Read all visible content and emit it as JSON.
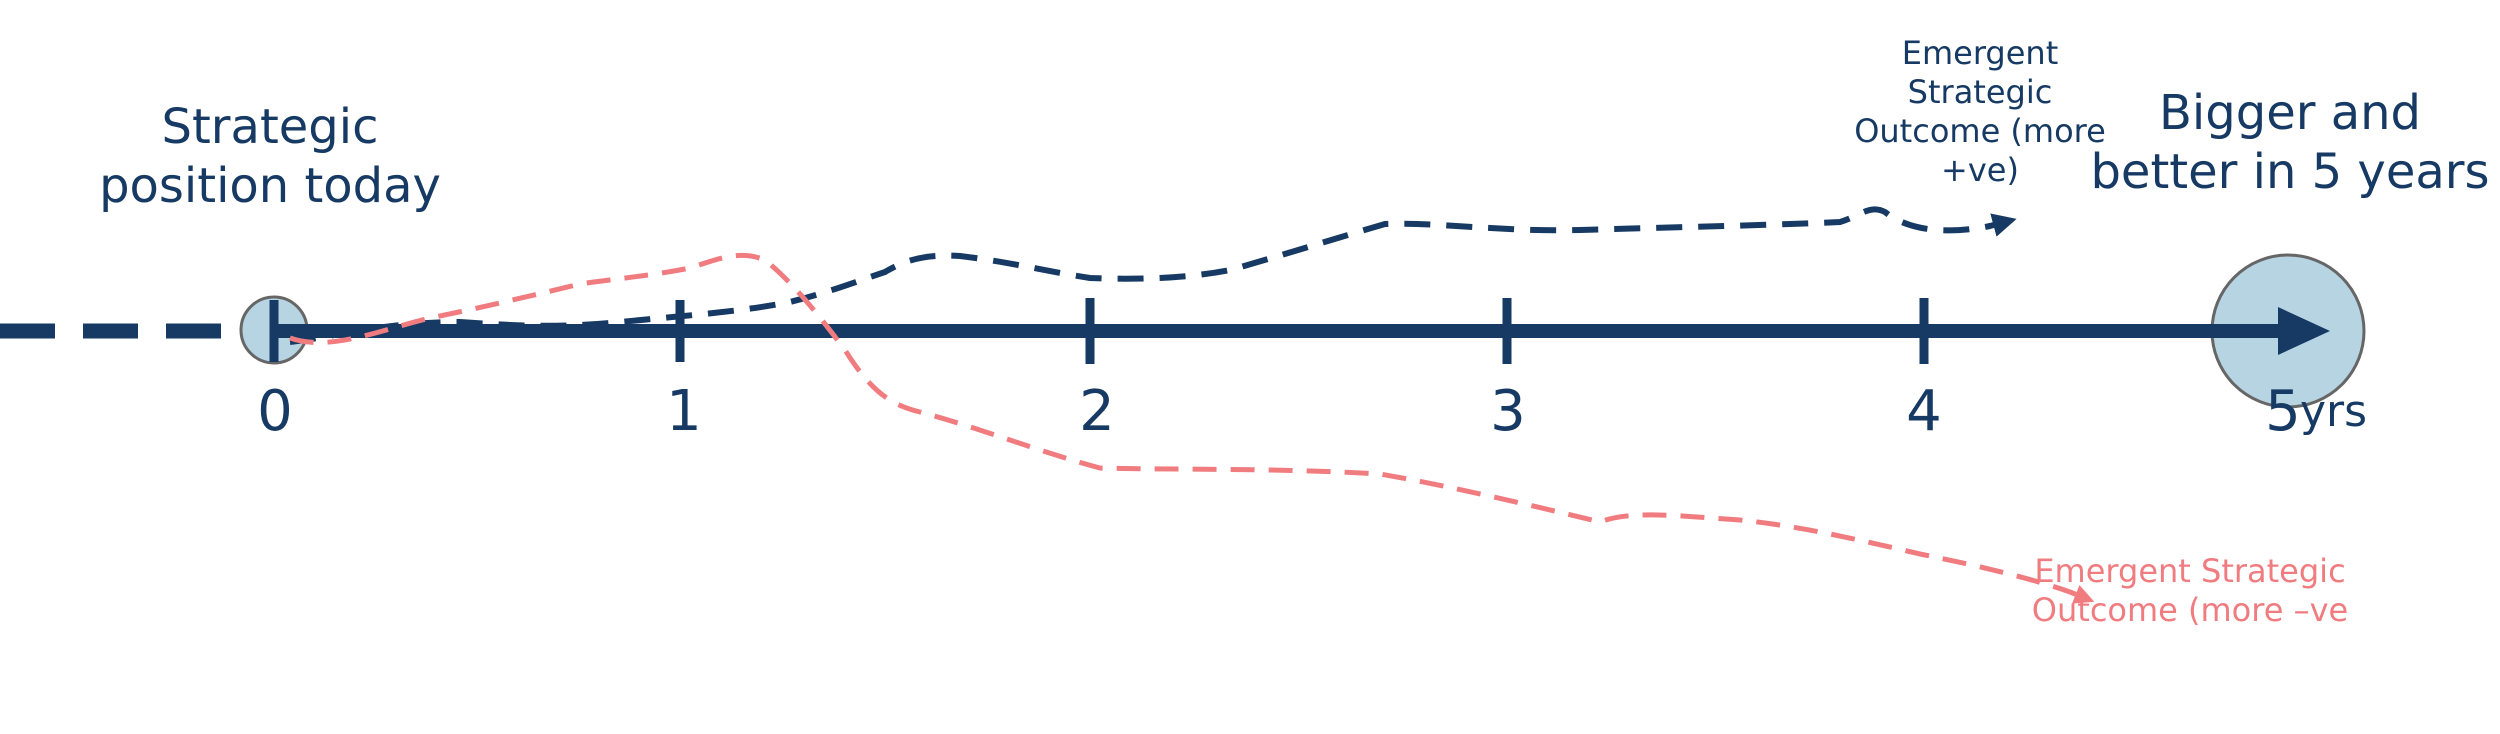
{
  "timeline": {
    "ticks": [
      "0",
      "1",
      "2",
      "3",
      "4"
    ],
    "end_tick": "5",
    "end_unit": "yrs"
  },
  "labels": {
    "start": "Strategic position today",
    "end": "Bigger and better in 5 years",
    "positive": "Emergent Strategic Outcome (more +ve)",
    "negative": "Emergent Strategic Outcome (more –ve"
  },
  "colors": {
    "axis": "#163a63",
    "positive_path": "#163a63",
    "negative_path": "#f07c80",
    "circle_fill": "#b7d4e3",
    "circle_stroke": "#666666"
  }
}
